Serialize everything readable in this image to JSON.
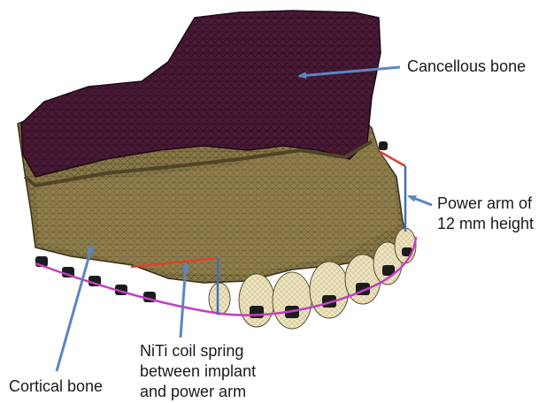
{
  "labels": {
    "cancellous": "Cancellous bone",
    "power_arm": [
      "Power arm of",
      "12 mm height"
    ],
    "niti_spring": [
      "NiTi coil spring",
      "between implant",
      "and power arm"
    ],
    "cortical": "Cortical bone"
  },
  "colors": {
    "cancellous_mesh": "#4a1a36",
    "cortical_mesh": "#8a7a48",
    "cortical_dark": "#4f4426",
    "tooth": "#ece3bd",
    "bracket": "#1c1c1c",
    "arch_wire": "#c23fc4",
    "spring": "#e0402a",
    "power_arm": "#3f6fc0",
    "arrow": "#5b86c4"
  }
}
